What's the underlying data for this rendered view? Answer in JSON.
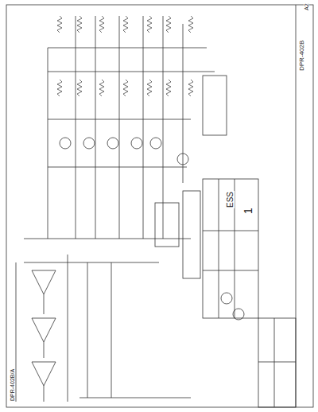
{
  "diagram": {
    "labels": [
      "DPR-402B",
      "DPR-402B/A",
      "A2",
      "ESS",
      "1"
    ]
  }
}
